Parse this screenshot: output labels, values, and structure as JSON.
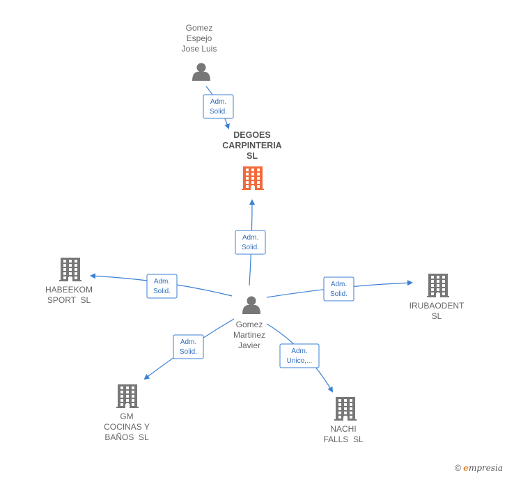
{
  "colors": {
    "edge": "#3a7fd5",
    "node_gray": "#777777",
    "node_main": "#f26a3b"
  },
  "nodes": [
    {
      "id": "gomez-espejo",
      "kind": "person",
      "lines": [
        "Gomez",
        "Espejo",
        "Jose Luis"
      ],
      "main": false
    },
    {
      "id": "degoes",
      "kind": "company",
      "lines": [
        "DEGOES",
        "CARPINTERIA",
        "SL"
      ],
      "main": true
    },
    {
      "id": "gomez-martinez",
      "kind": "person",
      "lines": [
        "Gomez",
        "Martinez",
        "Javier"
      ],
      "main": false
    },
    {
      "id": "habeekom",
      "kind": "company",
      "lines": [
        "HABEEKOM",
        "SPORT  SL"
      ],
      "main": false
    },
    {
      "id": "irubaodent",
      "kind": "company",
      "lines": [
        "IRUBAODENT",
        "SL"
      ],
      "main": false
    },
    {
      "id": "gm-cocinas",
      "kind": "company",
      "lines": [
        "GM",
        "COCINAS Y",
        "BAÑOS  SL"
      ],
      "main": false
    },
    {
      "id": "nachi",
      "kind": "company",
      "lines": [
        "NACHI",
        "FALLS  SL"
      ],
      "main": false
    }
  ],
  "edges": [
    {
      "from": "gomez-espejo",
      "to": "degoes",
      "lines": [
        "Adm.",
        "Solid."
      ]
    },
    {
      "from": "gomez-martinez",
      "to": "degoes",
      "lines": [
        "Adm.",
        "Solid."
      ]
    },
    {
      "from": "gomez-martinez",
      "to": "habeekom",
      "lines": [
        "Adm.",
        "Solid."
      ]
    },
    {
      "from": "gomez-martinez",
      "to": "irubaodent",
      "lines": [
        "Adm.",
        "Solid."
      ]
    },
    {
      "from": "gomez-martinez",
      "to": "gm-cocinas",
      "lines": [
        "Adm.",
        "Solid."
      ]
    },
    {
      "from": "gomez-martinez",
      "to": "nachi",
      "lines": [
        "Adm.",
        "Unico,..."
      ]
    }
  ],
  "footer": {
    "copyright": "©",
    "brand_first": "e",
    "brand_rest": "mpresia"
  }
}
